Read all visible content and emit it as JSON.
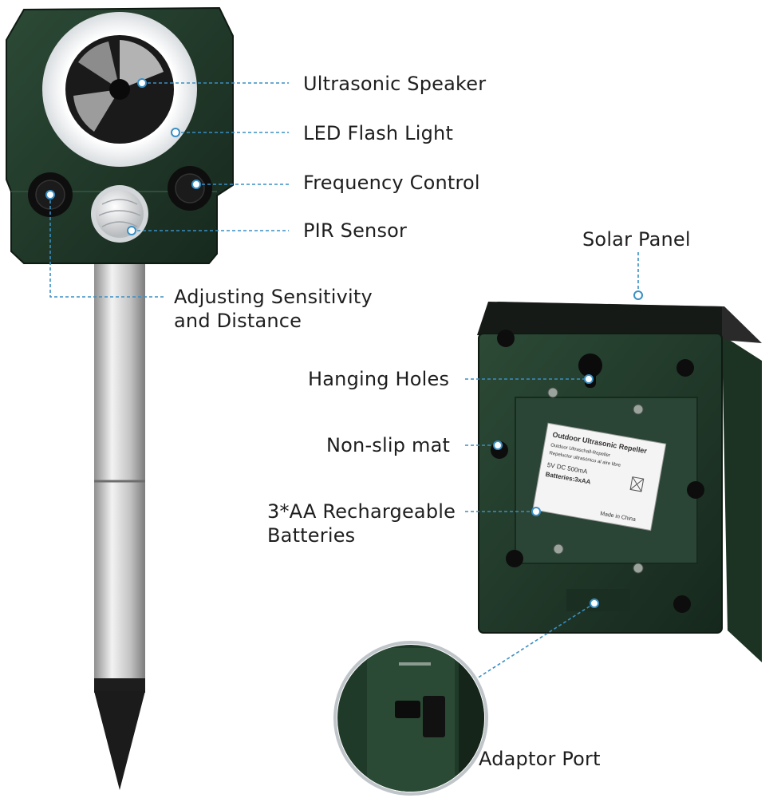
{
  "callouts": {
    "ultrasonic_speaker": "Ultrasonic Speaker",
    "led_flash_light": "LED Flash Light",
    "frequency_control": "Frequency Control",
    "pir_sensor": "PIR Sensor",
    "adjusting_line1": "Adjusting Sensitivity",
    "adjusting_line2": "and Distance",
    "solar_panel": "Solar Panel",
    "hanging_holes": "Hanging Holes",
    "non_slip_mat": "Non-slip mat",
    "batteries_line1": "3*AA Rechargeable",
    "batteries_line2": "Batteries",
    "adaptor_port": "Adaptor Port"
  },
  "product_label": {
    "line1": "Outdoor Ultrasonic Repeller",
    "line2": "Outdoor Ultraschall-Repeller",
    "line3": "Repeluctor ultrasónico al aire libre",
    "line4": "5V  DC  500mA",
    "line5": "Batteries:3xAA",
    "line6": "Made in China"
  },
  "colors": {
    "housing": "#1f3a2a",
    "leader_line": "#3a8fc4",
    "stake": "#c9c9c9"
  }
}
